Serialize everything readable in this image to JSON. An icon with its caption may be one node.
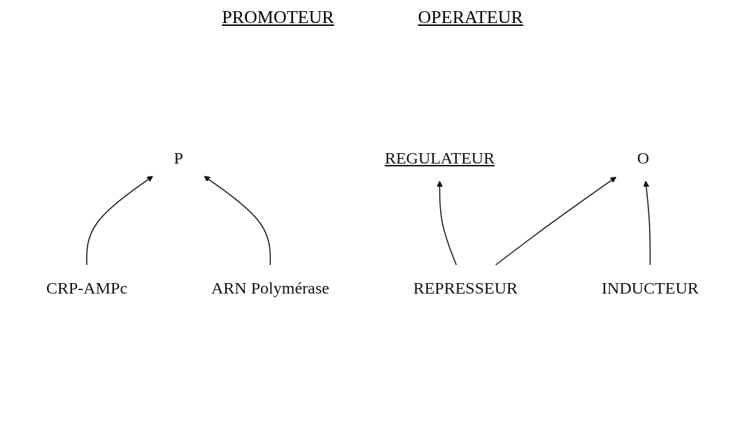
{
  "diagram": {
    "nodes": [
      {
        "text": [
          "REGULATEUR"
        ]
      },
      {
        "text": [
          "P"
        ]
      },
      {
        "text": [
          "O"
        ]
      },
      {
        "text": [
          "CRP-AMPc"
        ]
      },
      {
        "text": [
          "ARN Polymérase"
        ]
      },
      {
        "text": [
          "REPRESSEUR"
        ]
      },
      {
        "text": [
          "INDUCTEUR"
        ]
      }
    ],
    "edges": [
      {
        "from": 3,
        "to": 1,
        "arrow": "to"
      },
      {
        "from": 4,
        "to": 1,
        "arrow": "to"
      },
      {
        "from": 5,
        "to": 0,
        "arrow": "to"
      },
      {
        "from": 5,
        "to": 2,
        "arrow": "to"
      },
      {
        "from": 6,
        "to": 2,
        "arrow": "to"
      }
    ],
    "labels": [
      "PROMOTEUR",
      "OPERATEUR"
    ]
  }
}
